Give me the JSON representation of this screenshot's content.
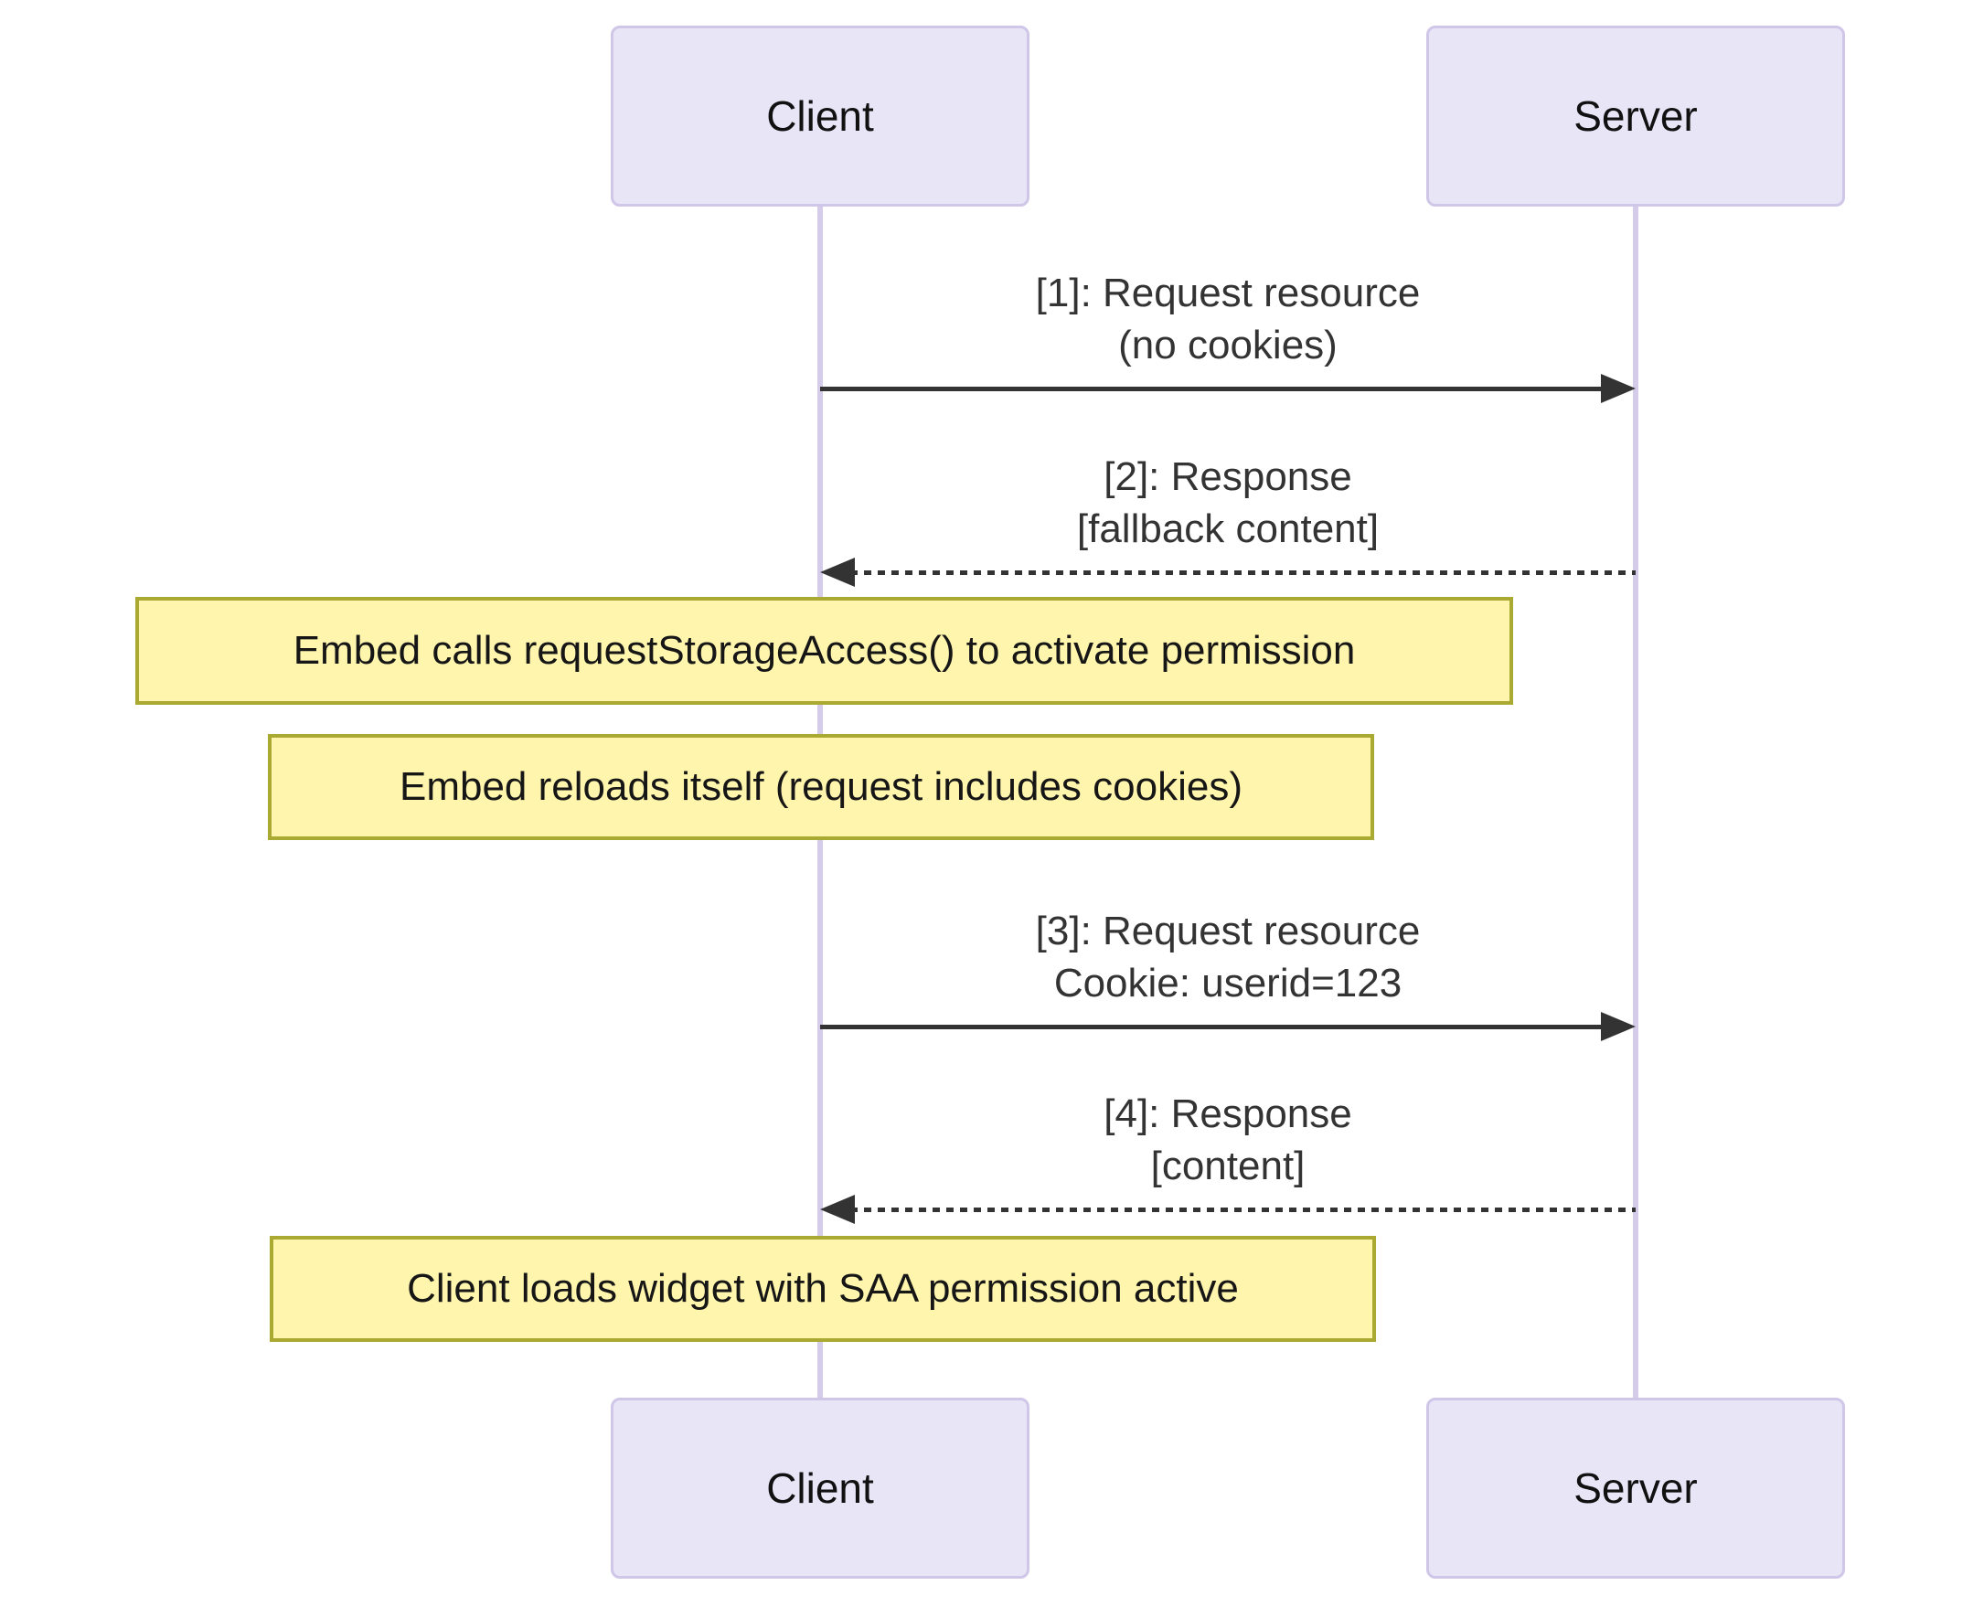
{
  "diagram": {
    "type": "sequence-diagram",
    "actors": [
      {
        "name": "Client"
      },
      {
        "name": "Server"
      }
    ],
    "messages": [
      {
        "id": "1",
        "line1": "[1]: Request resource",
        "line2": "(no cookies)",
        "style": "solid",
        "direction": "client-to-server"
      },
      {
        "id": "2",
        "line1": "[2]: Response",
        "line2": "[fallback content]",
        "style": "dashed",
        "direction": "server-to-client"
      },
      {
        "id": "3",
        "line1": "[3]: Request resource",
        "line2": "Cookie: userid=123",
        "style": "solid",
        "direction": "client-to-server"
      },
      {
        "id": "4",
        "line1": "[4]: Response",
        "line2": "[content]",
        "style": "dashed",
        "direction": "server-to-client"
      }
    ],
    "notes": [
      {
        "text": "Embed calls requestStorageAccess() to activate permission"
      },
      {
        "text": "Embed reloads itself (request includes cookies)"
      },
      {
        "text": "Client loads widget with SAA permission active"
      }
    ],
    "colors": {
      "actor_fill": "#e8e5f7",
      "actor_border": "#cfc6e8",
      "lifeline": "#d5ccea",
      "note_fill": "#fff5ad",
      "note_border": "#aaaa33",
      "arrow": "#333333",
      "text": "#333333",
      "background": "#ffffff"
    }
  }
}
